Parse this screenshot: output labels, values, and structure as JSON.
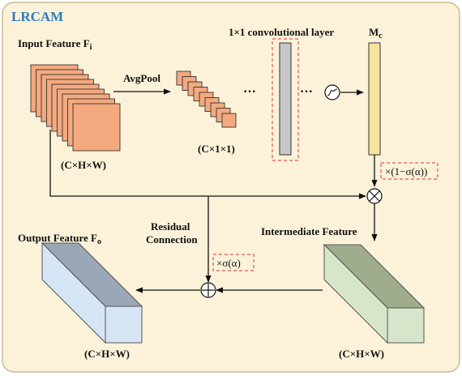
{
  "title": "LRCAM",
  "labels": {
    "input_feature": "Input Feature F",
    "input_sub": "i",
    "input_dims": "(C×H×W)",
    "avgpool": "AvgPool",
    "pooled_dims": "(C×1×1)",
    "conv_layer": "1×1 convolutional layer",
    "mc": "M",
    "mc_sub": "c",
    "scale_1": "×(1−σ(α))",
    "intermediate": "Intermediate Feature",
    "intermediate_dims": "(C×H×W)",
    "residual_1": "Residual",
    "residual_2": "Connection",
    "scale_2": "×σ(α)",
    "output_feature": "Output Feature F",
    "output_sub": "o",
    "output_dims": "(C×H×W)",
    "dots": "···"
  },
  "colors": {
    "background": "#fcf2d9",
    "border": "#c9b98e",
    "title": "#2e7bbf",
    "input_blocks": "#f4a97f",
    "conv_bar": "#c8c8c8",
    "mc_bar": "#f7e49c",
    "dashed_box": "#e05555",
    "intermediate_front": "#d7e6cb",
    "intermediate_top": "#9fad8d",
    "output_front": "#d6e5f4",
    "output_top": "#9aa7b6"
  },
  "icons": {
    "sigmoid": "sigmoid-icon",
    "multiply": "multiply-operator-icon",
    "add": "add-operator-icon"
  }
}
